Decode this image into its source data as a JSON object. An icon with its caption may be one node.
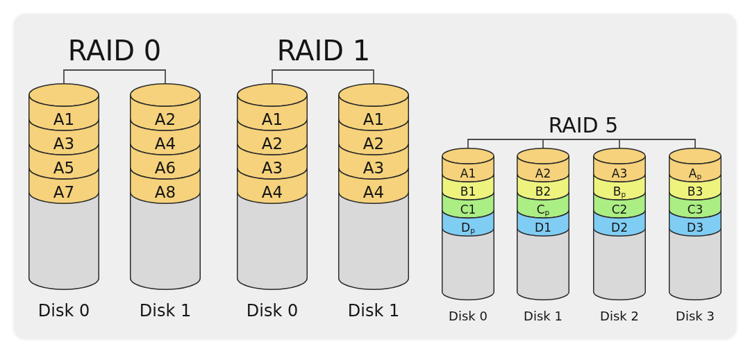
{
  "diagram": {
    "nodes": [
      {
        "text": [
          "RAID 0"
        ]
      },
      {
        "text": [],
        "shape": "cylinder",
        "beside": [
          "Disk 0"
        ]
      },
      {
        "text": [
          "A1"
        ],
        "in": 1
      },
      {
        "text": [
          "A3"
        ],
        "in": 1
      },
      {
        "text": [
          "A5"
        ],
        "in": 1
      },
      {
        "text": [
          "A7"
        ],
        "in": 1
      },
      {
        "text": [],
        "shape": "cylinder",
        "beside": [
          "Disk 1"
        ]
      },
      {
        "text": [
          "A2"
        ],
        "in": 6
      },
      {
        "text": [
          "A4"
        ],
        "in": 6
      },
      {
        "text": [
          "A6"
        ],
        "in": 6
      },
      {
        "text": [
          "A8"
        ],
        "in": 6
      },
      {
        "text": [
          "RAID 1"
        ]
      },
      {
        "text": [],
        "shape": "cylinder",
        "beside": [
          "Disk 0"
        ]
      },
      {
        "text": [
          "A1"
        ],
        "in": 12
      },
      {
        "text": [
          "A2"
        ],
        "in": 12
      },
      {
        "text": [
          "A3"
        ],
        "in": 12
      },
      {
        "text": [
          "A4"
        ],
        "in": 12
      },
      {
        "text": [],
        "shape": "cylinder",
        "beside": [
          "Disk 1"
        ]
      },
      {
        "text": [
          "A1"
        ],
        "in": 17
      },
      {
        "text": [
          "A2"
        ],
        "in": 17
      },
      {
        "text": [
          "A3"
        ],
        "in": 17
      },
      {
        "text": [
          "A4"
        ],
        "in": 17
      },
      {
        "text": [
          "RAID 5"
        ]
      },
      {
        "text": [],
        "shape": "cylinder",
        "beside": [
          "Disk 0"
        ]
      },
      {
        "text": [
          "A1"
        ],
        "in": 23
      },
      {
        "text": [
          "B1"
        ],
        "in": 23
      },
      {
        "text": [
          "C1"
        ],
        "in": 23
      },
      {
        "text": [
          "D$_{p}$"
        ],
        "in": 23
      },
      {
        "text": [],
        "shape": "cylinder",
        "beside": [
          "Disk 1"
        ]
      },
      {
        "text": [
          "A2"
        ],
        "in": 28
      },
      {
        "text": [
          "B2"
        ],
        "in": 28
      },
      {
        "text": [
          "C$_{p}$"
        ],
        "in": 28
      },
      {
        "text": [
          "D1"
        ],
        "in": 28
      },
      {
        "text": [],
        "shape": "cylinder",
        "beside": [
          "Disk 2"
        ]
      },
      {
        "text": [
          "A3"
        ],
        "in": 33
      },
      {
        "text": [
          "B$_{p}$"
        ],
        "in": 33
      },
      {
        "text": [
          "C2"
        ],
        "in": 33
      },
      {
        "text": [
          "D2"
        ],
        "in": 33
      },
      {
        "text": [],
        "shape": "cylinder",
        "beside": [
          "Disk 3"
        ]
      },
      {
        "text": [
          "A$_{p}$"
        ],
        "in": 38
      },
      {
        "text": [
          "B3"
        ],
        "in": 38
      },
      {
        "text": [
          "C3"
        ],
        "in": 38
      },
      {
        "text": [
          "D3"
        ],
        "in": 38
      }
    ],
    "edges": [
      {
        "from": 0,
        "to": 1,
        "arrow": "none"
      },
      {
        "from": 0,
        "to": 6,
        "arrow": "none"
      },
      {
        "from": 11,
        "to": 12,
        "arrow": "none"
      },
      {
        "from": 11,
        "to": 17,
        "arrow": "none"
      },
      {
        "from": 22,
        "to": 23,
        "arrow": "none"
      },
      {
        "from": 22,
        "to": 28,
        "arrow": "none"
      },
      {
        "from": 22,
        "to": 33,
        "arrow": "none"
      },
      {
        "from": 22,
        "to": 38,
        "arrow": "none"
      }
    ]
  }
}
